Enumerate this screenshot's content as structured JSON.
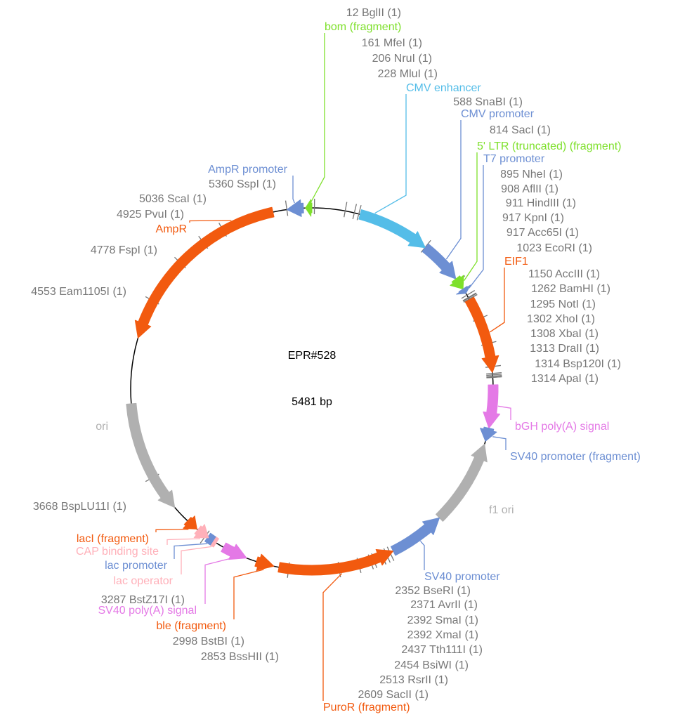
{
  "plasmid": {
    "name": "EPR#528",
    "length_label": "5481 bp",
    "length": 5481
  },
  "colors": {
    "backbone": "#000000",
    "site": "#777777",
    "orange": "#f25a0f",
    "blue": "#6d8fd3",
    "green": "#7ee02b",
    "cyan": "#54bde8",
    "gray": "#b0b0b0",
    "pink": "#ffb0b9",
    "magenta": "#e479e6"
  },
  "features": [
    {
      "name": "bom (fragment)",
      "kind": "arrow",
      "dir": -1,
      "start": 5450,
      "end": 5481,
      "color": "green"
    },
    {
      "name": "AmpR promoter",
      "kind": "arrow",
      "dir": -1,
      "start": 5360,
      "end": 5440,
      "color": "blue"
    },
    {
      "name": "CMV enhancer",
      "kind": "arrow",
      "dir": 1,
      "start": 235,
      "end": 590,
      "color": "cyan"
    },
    {
      "name": "CMV promoter",
      "kind": "arrow",
      "dir": 1,
      "start": 590,
      "end": 800,
      "color": "blue"
    },
    {
      "name": "5' LTR (truncated) (fragment)",
      "kind": "arrow",
      "dir": 1,
      "start": 800,
      "end": 860,
      "color": "green"
    },
    {
      "name": "T7 promoter",
      "kind": "arrow",
      "dir": 1,
      "start": 860,
      "end": 885,
      "color": "blue"
    },
    {
      "name": "EIF1",
      "kind": "arrow",
      "dir": 1,
      "start": 920,
      "end": 1290,
      "color": "orange"
    },
    {
      "name": "bGH poly(A) signal",
      "kind": "arrow",
      "dir": 1,
      "start": 1350,
      "end": 1560,
      "color": "magenta"
    },
    {
      "name": "SV40 promoter (fragment)",
      "kind": "arrow",
      "dir": 1,
      "start": 1560,
      "end": 1625,
      "color": "blue"
    },
    {
      "name": "f1 ori",
      "kind": "arrow",
      "dir": -1,
      "start": 1640,
      "end": 2060,
      "color": "gray"
    },
    {
      "name": "SV40 promoter",
      "kind": "arrow",
      "dir": -1,
      "start": 2060,
      "end": 2335,
      "color": "blue"
    },
    {
      "name": "PuroR (fragment)",
      "kind": "arrow",
      "dir": -1,
      "start": 2335,
      "end": 2900,
      "color": "orange"
    },
    {
      "name": "ble (fragment)",
      "kind": "arrow",
      "dir": -1,
      "start": 2925,
      "end": 3012,
      "color": "orange"
    },
    {
      "name": "SV40 poly(A) signal",
      "kind": "arrow",
      "dir": -1,
      "start": 3062,
      "end": 3185,
      "color": "magenta"
    },
    {
      "name": "lac operator",
      "kind": "box",
      "start": 3226,
      "end": 3244,
      "color": "pink"
    },
    {
      "name": "lac promoter",
      "kind": "box",
      "start": 3244,
      "end": 3275,
      "color": "blue"
    },
    {
      "name": "CAP binding site",
      "kind": "arrow",
      "dir": -1,
      "start": 3270,
      "end": 3335,
      "color": "pink"
    },
    {
      "name": "lacI (fragment)",
      "kind": "arrow",
      "dir": -1,
      "start": 3340,
      "end": 3400,
      "color": "orange"
    },
    {
      "name": "ori",
      "kind": "arrow",
      "dir": -1,
      "start": 3490,
      "end": 4040,
      "color": "gray"
    },
    {
      "name": "AmpR",
      "kind": "arrow",
      "dir": -1,
      "start": 4360,
      "end": 5292,
      "color": "orange"
    }
  ],
  "sites": [
    {
      "label": "12 BglII (1)",
      "pos": 12
    },
    {
      "label": "161 MfeI (1)",
      "pos": 161
    },
    {
      "label": "206 NruI (1)",
      "pos": 206
    },
    {
      "label": "228 MluI (1)",
      "pos": 228
    },
    {
      "label": "588 SnaBI (1)",
      "pos": 588
    },
    {
      "label": "814 SacI (1)",
      "pos": 814
    },
    {
      "label": "895 NheI (1)",
      "pos": 895
    },
    {
      "label": "908 AflII (1)",
      "pos": 908
    },
    {
      "label": "911 HindIII (1)",
      "pos": 911
    },
    {
      "label": "917 KpnI (1)",
      "pos": 917
    },
    {
      "label": "917 Acc65I (1)",
      "pos": 917
    },
    {
      "label": "1023 EcoRI (1)",
      "pos": 1023
    },
    {
      "label": "1150 AccIII (1)",
      "pos": 1150
    },
    {
      "label": "1262 BamHI (1)",
      "pos": 1262
    },
    {
      "label": "1295 NotI (1)",
      "pos": 1295
    },
    {
      "label": "1302 XhoI (1)",
      "pos": 1302
    },
    {
      "label": "1308 XbaI (1)",
      "pos": 1308
    },
    {
      "label": "1313 DraII (1)",
      "pos": 1313
    },
    {
      "label": "1314 Bsp120I (1)",
      "pos": 1314
    },
    {
      "label": "1314 ApaI (1)",
      "pos": 1314
    },
    {
      "label": "2352 BseRI (1)",
      "pos": 2352
    },
    {
      "label": "2371 AvrII (1)",
      "pos": 2371
    },
    {
      "label": "2392 SmaI (1)",
      "pos": 2392
    },
    {
      "label": "2392 XmaI (1)",
      "pos": 2392
    },
    {
      "label": "2437 Tth111I (1)",
      "pos": 2437
    },
    {
      "label": "2454 BsiWI (1)",
      "pos": 2454
    },
    {
      "label": "2513 RsrII (1)",
      "pos": 2513
    },
    {
      "label": "2609 SacII (1)",
      "pos": 2609
    },
    {
      "label": "2853 BssHII (1)",
      "pos": 2853
    },
    {
      "label": "2998 BstBI (1)",
      "pos": 2998
    },
    {
      "label": "3287 BstZ17I (1)",
      "pos": 3287
    },
    {
      "label": "3668 BspLU11I (1)",
      "pos": 3668
    },
    {
      "label": "4553 Eam1105I (1)",
      "pos": 4553
    },
    {
      "label": "4778 FspI (1)",
      "pos": 4778
    },
    {
      "label": "4925 PvuI (1)",
      "pos": 4925
    },
    {
      "label": "5036 ScaI (1)",
      "pos": 5036
    },
    {
      "label": "5360 SspI (1)",
      "pos": 5360
    }
  ]
}
